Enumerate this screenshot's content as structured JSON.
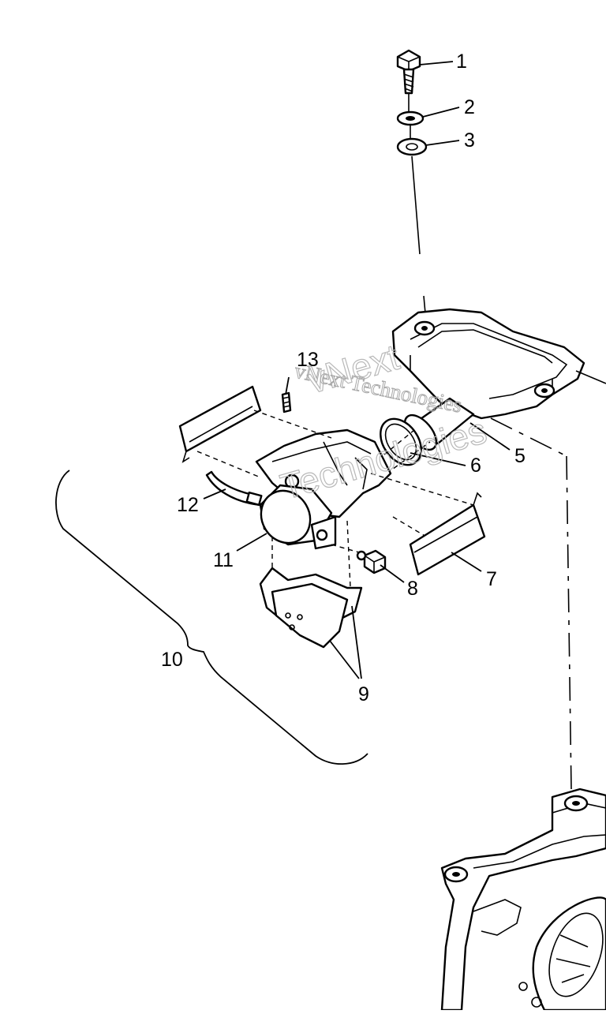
{
  "diagram": {
    "callouts": [
      "1",
      "2",
      "3",
      "5",
      "6",
      "7",
      "8",
      "9",
      "10",
      "11",
      "12",
      "13"
    ],
    "watermark_small": "vNext Technologies",
    "watermark_large_1": "vNext",
    "watermark_large_2": "Technologies"
  }
}
